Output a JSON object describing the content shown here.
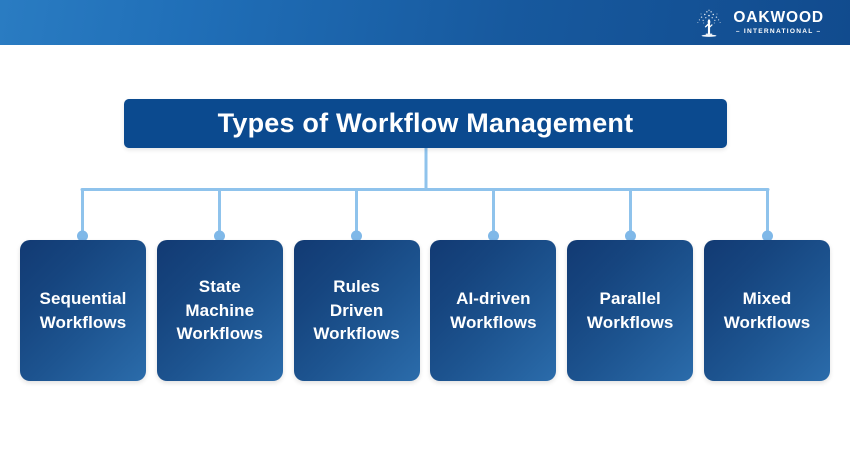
{
  "header": {
    "brand_name": "OAKWOOD",
    "brand_subtitle": "– INTERNATIONAL –",
    "logo_icon": "oak-tree-icon",
    "gradient_from": "#2a7cc2",
    "gradient_to": "#114b8e"
  },
  "diagram": {
    "title": "Types of Workflow Management",
    "title_box_color": "#0b4a8f",
    "connector_color": "#8fc3ec",
    "node_gradient_from": "#123a73",
    "node_gradient_to": "#2b6cab",
    "nodes": [
      {
        "label": "Sequential\nWorkflows"
      },
      {
        "label": "State\nMachine\nWorkflows"
      },
      {
        "label": "Rules\nDriven\nWorkflows"
      },
      {
        "label": "AI-driven\nWorkflows"
      },
      {
        "label": "Parallel\nWorkflows"
      },
      {
        "label": "Mixed\nWorkflows"
      }
    ]
  }
}
